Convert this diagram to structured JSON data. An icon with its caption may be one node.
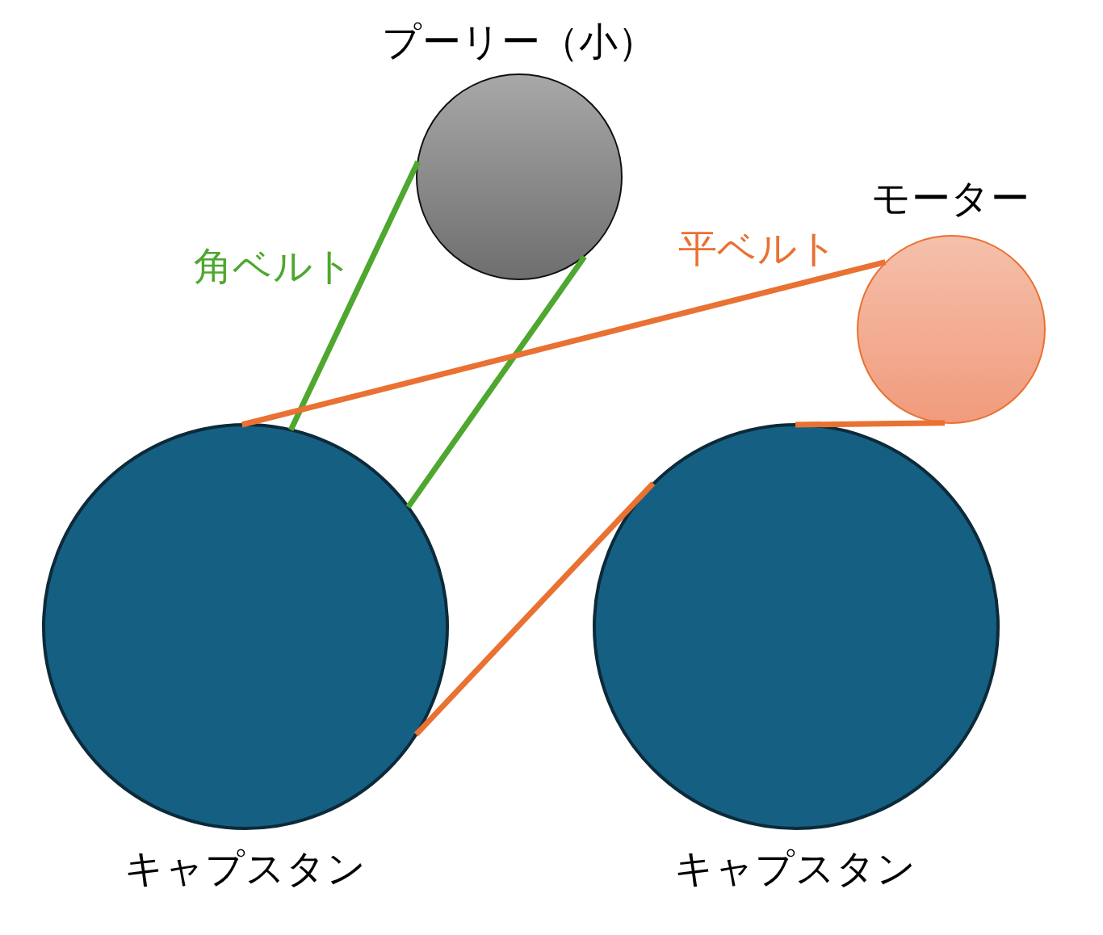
{
  "diagram": {
    "nodes": [
      {
        "text": [
          "プーリー（小）"
        ]
      },
      {
        "text": [
          "モーター"
        ]
      },
      {
        "text": [
          "キャプスタン"
        ]
      },
      {
        "text": [
          "キャプスタン"
        ]
      }
    ],
    "edges": [
      {
        "from": 0,
        "to": 2,
        "arrow": "none",
        "label": "角ベルト",
        "color": "#4ea72e"
      },
      {
        "from": 0,
        "to": 2,
        "arrow": "none",
        "color": "#4ea72e"
      },
      {
        "from": 1,
        "to": 2,
        "arrow": "none",
        "label": "平ベルト"
      },
      {
        "from": 2,
        "to": 3,
        "arrow": "none"
      },
      {
        "from": 3,
        "to": 1,
        "arrow": "none"
      }
    ]
  }
}
